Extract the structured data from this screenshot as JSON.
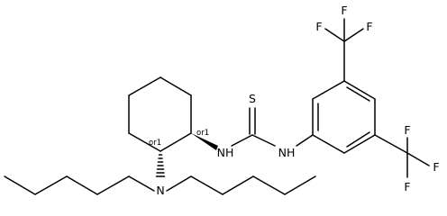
{
  "molecule": {
    "atoms": {
      "S": "S",
      "NH_left": "NH",
      "NH_right": "NH",
      "N_amine": "N",
      "F": "F"
    },
    "stereo_labels": {
      "c1": "or1",
      "c2": "or1"
    }
  }
}
